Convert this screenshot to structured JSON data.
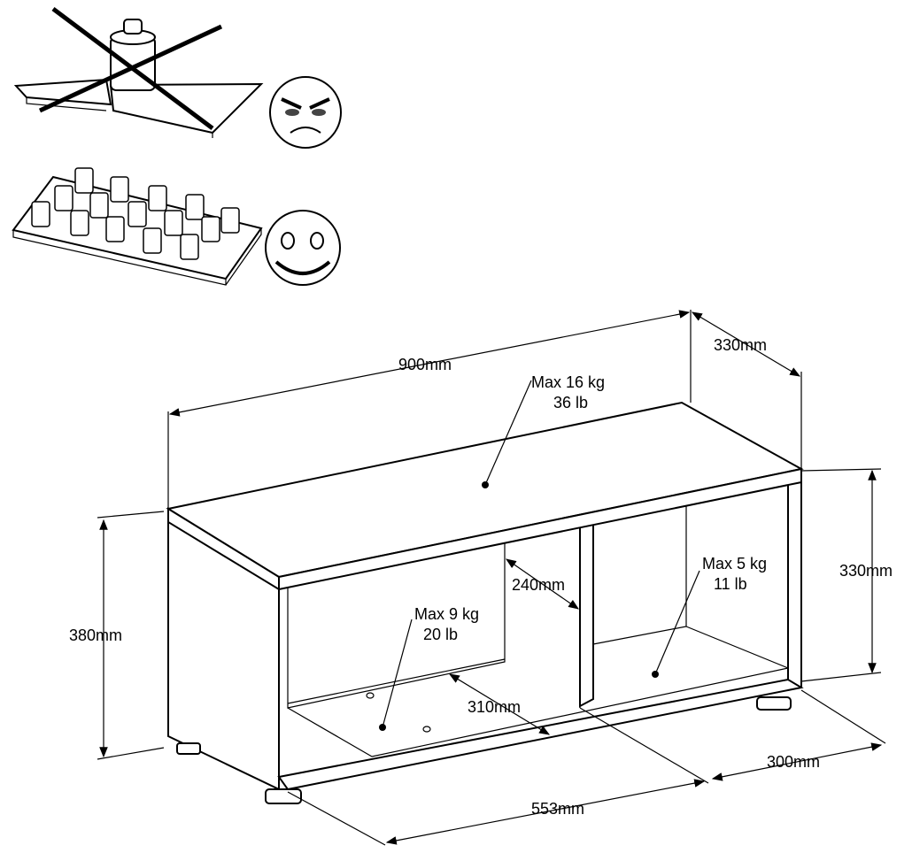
{
  "dimensions": {
    "width": "900mm",
    "depth_top": "330mm",
    "inner_height_right": "330mm",
    "total_height": "380mm",
    "divider_height": "240mm",
    "shelf_depth": "310mm",
    "left_compartment_width": "553mm",
    "right_depth": "300mm"
  },
  "loads": {
    "top": {
      "kg": "Max 16 kg",
      "lb": "36 lb"
    },
    "left_compartment": {
      "kg": "Max 9 kg",
      "lb": "20 lb"
    },
    "right_compartment": {
      "kg": "Max 5 kg",
      "lb": "11 lb"
    }
  },
  "icons": [
    "concentrated-weight-crossed-out-icon",
    "angry-face-icon",
    "distributed-weights-icon",
    "happy-face-icon"
  ]
}
